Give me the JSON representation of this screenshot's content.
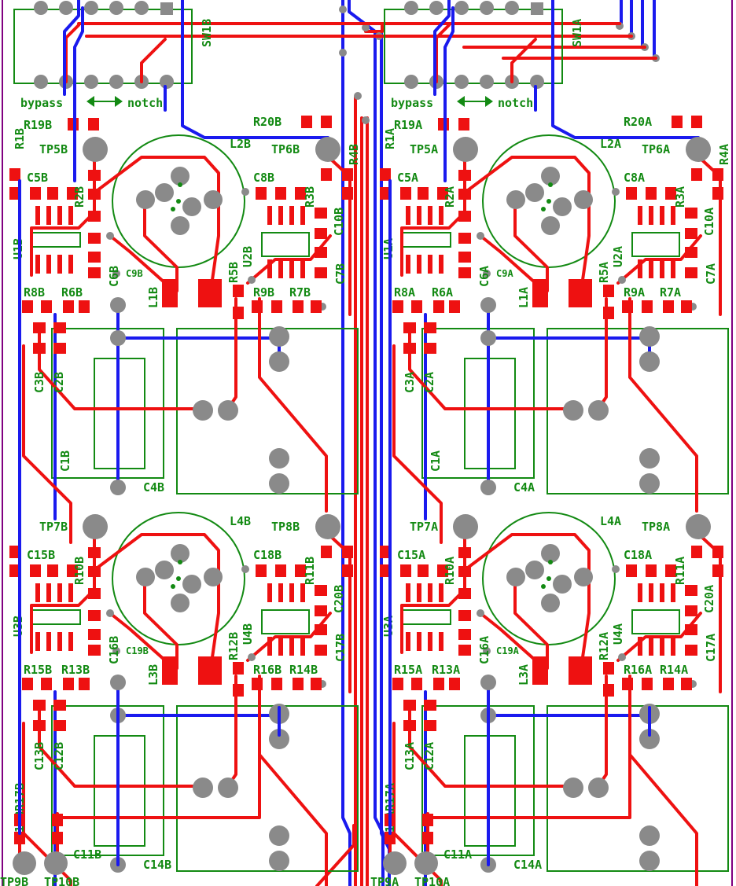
{
  "colors": {
    "top_copper": "#ee1111",
    "bottom_copper": "#1a1aee",
    "silkscreen": "#138a13",
    "via": "#8a8a8a",
    "board_edge": "#800080"
  },
  "switch_legend": {
    "bypass": "bypass",
    "notch": "notch"
  },
  "channels": [
    {
      "sw": "SW1B",
      "top": {
        "tp_a": "TP5B",
        "tp_b": "TP6B",
        "inductor": "L2B",
        "l_pad": "L1B",
        "r_top_a": "R19B",
        "r_top_b": "R20B",
        "r_side_a": "R1B",
        "r_side_b": "R4B",
        "c_a": "C5B",
        "r_a": "R2B",
        "c_b": "C8B",
        "r_b": "R3B",
        "c_b2": "C10B",
        "u_a": "U1B",
        "u_b": "U2B",
        "c_mid": "C6B",
        "c_ring": "C9B",
        "r_mid": "R5B",
        "c_b3": "C7B",
        "row": [
          "R8B",
          "R6B",
          "R9B",
          "R7B"
        ],
        "c_v1": "C3B",
        "c_v2": "C2B",
        "c_v3": "C1B",
        "c_bot": "C4B"
      },
      "bottom": {
        "tp_a": "TP7B",
        "tp_b": "TP8B",
        "inductor": "L4B",
        "l_pad": "L3B",
        "c_a": "C15B",
        "r_a": "R10B",
        "c_b": "C18B",
        "r_b": "R11B",
        "c_b2": "C20B",
        "u_a": "U3B",
        "u_b": "U4B",
        "c_mid": "C16B",
        "c_ring": "C19B",
        "r_mid": "R12B",
        "c_b3": "C17B",
        "row": [
          "R15B",
          "R13B",
          "R16B",
          "R14B"
        ],
        "c_v1": "C13B",
        "c_v2": "C12B",
        "r_v1": "R17B",
        "r_v2": "R18B",
        "c_v3": "C11B",
        "c_bot": "C14B",
        "tp_bot_a": "TP9B",
        "tp_bot_b": "TP10B"
      }
    },
    {
      "sw": "SW1A",
      "top": {
        "tp_a": "TP5A",
        "tp_b": "TP6A",
        "inductor": "L2A",
        "l_pad": "L1A",
        "r_top_a": "R19A",
        "r_top_b": "R20A",
        "r_side_a": "R1A",
        "r_side_b": "R4A",
        "c_a": "C5A",
        "r_a": "R2A",
        "c_b": "C8A",
        "r_b": "R3A",
        "c_b2": "C10A",
        "u_a": "U1A",
        "u_b": "U2A",
        "c_mid": "C6A",
        "c_ring": "C9A",
        "r_mid": "R5A",
        "c_b3": "C7A",
        "row": [
          "R8A",
          "R6A",
          "R9A",
          "R7A"
        ],
        "c_v1": "C3A",
        "c_v2": "C2A",
        "c_v3": "C1A",
        "c_bot": "C4A"
      },
      "bottom": {
        "tp_a": "TP7A",
        "tp_b": "TP8A",
        "inductor": "L4A",
        "l_pad": "L3A",
        "c_a": "C15A",
        "r_a": "R10A",
        "c_b": "C18A",
        "r_b": "R11A",
        "c_b2": "C20A",
        "u_a": "U3A",
        "u_b": "U4A",
        "c_mid": "C16A",
        "c_ring": "C19A",
        "r_mid": "R12A",
        "c_b3": "C17A",
        "row": [
          "R15A",
          "R13A",
          "R16A",
          "R14A"
        ],
        "c_v1": "C13A",
        "c_v2": "C12A",
        "r_v1": "R17A",
        "r_v2": "R18A",
        "c_v3": "C11A",
        "c_bot": "C14A",
        "tp_bot_a": "TP9A",
        "tp_bot_b": "TP10A"
      }
    }
  ]
}
